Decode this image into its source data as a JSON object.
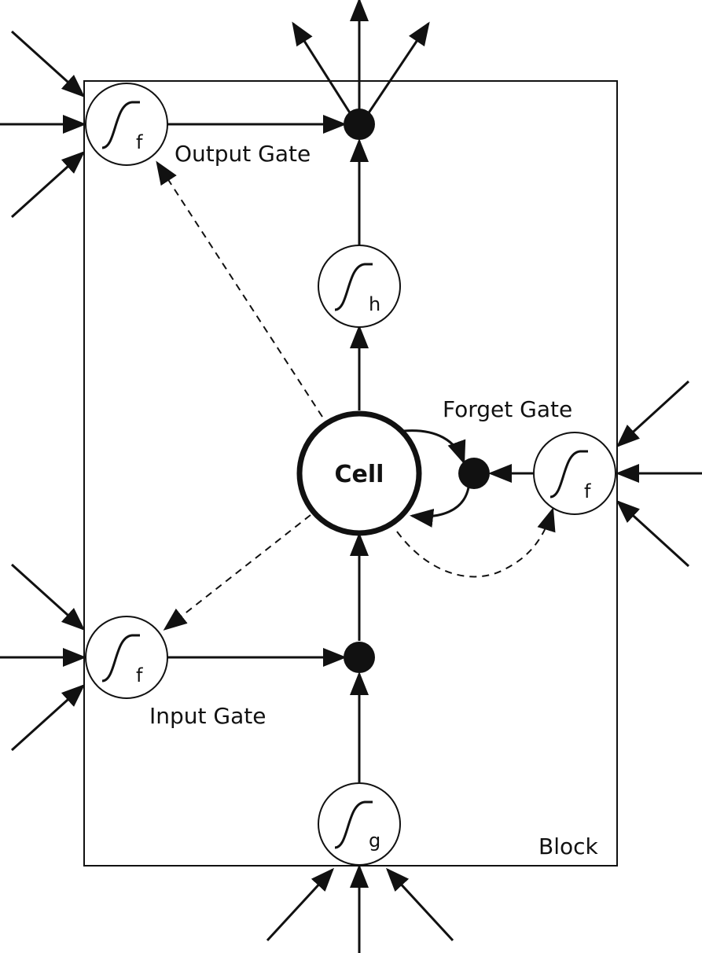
{
  "labels": {
    "block": "Block",
    "cell": "Cell",
    "output_gate": "Output Gate",
    "forget_gate": "Forget Gate",
    "input_gate": "Input Gate"
  },
  "nodes": {
    "output_gate_sub": "f",
    "forget_gate_sub": "f",
    "input_gate_sub": "f",
    "cell_activation_sub": "h",
    "input_activation_sub": "g"
  }
}
